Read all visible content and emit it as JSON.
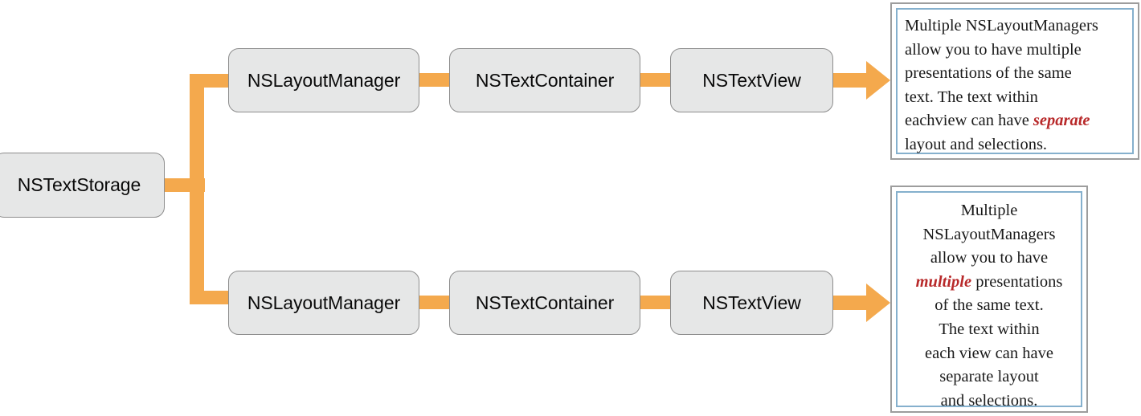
{
  "diagram": {
    "title": "NSTextStorage text system object graph",
    "colors": {
      "connector_orange": "#f4a94d",
      "node_fill": "#e6e7e7",
      "node_border": "#8d8d8d",
      "textbox_outer_border": "#9d9d9d",
      "textbox_inner_border": "#85b0cd",
      "highlight_red": "#b8292a",
      "background": "#ffffff"
    },
    "nodes": {
      "storage": {
        "label": "NSTextStorage"
      },
      "top_row": [
        {
          "label": "NSLayoutManager"
        },
        {
          "label": "NSTextContainer"
        },
        {
          "label": "NSTextView"
        }
      ],
      "bottom_row": [
        {
          "label": "NSLayoutManager"
        },
        {
          "label": "NSTextContainer"
        },
        {
          "label": "NSTextView"
        }
      ]
    },
    "text_previews": {
      "top": {
        "alignment": "left",
        "lines": [
          {
            "segments": [
              {
                "text": "Multiple NSLayoutManagers",
                "style": "normal"
              }
            ]
          },
          {
            "segments": [
              {
                "text": "allow you to have multiple",
                "style": "normal"
              }
            ]
          },
          {
            "segments": [
              {
                "text": "presentations of the same",
                "style": "normal"
              }
            ]
          },
          {
            "segments": [
              {
                "text": "text. The text within",
                "style": "normal"
              }
            ]
          },
          {
            "segments": [
              {
                "text": "eachview can have ",
                "style": "normal"
              },
              {
                "text": "separate",
                "style": "highlight-italic-bold"
              }
            ]
          },
          {
            "segments": [
              {
                "text": "layout and selections.",
                "style": "normal"
              }
            ]
          }
        ]
      },
      "bottom": {
        "alignment": "center",
        "lines": [
          {
            "segments": [
              {
                "text": "Multiple",
                "style": "normal"
              }
            ]
          },
          {
            "segments": [
              {
                "text": "NSLayoutManagers",
                "style": "normal"
              }
            ]
          },
          {
            "segments": [
              {
                "text": "allow you to have",
                "style": "normal"
              }
            ]
          },
          {
            "segments": [
              {
                "text": "multiple",
                "style": "highlight-italic-bold"
              },
              {
                "text": " presentations",
                "style": "normal"
              }
            ]
          },
          {
            "segments": [
              {
                "text": "of the same text.",
                "style": "normal"
              }
            ]
          },
          {
            "segments": [
              {
                "text": "The text within",
                "style": "normal"
              }
            ]
          },
          {
            "segments": [
              {
                "text": "each view can have",
                "style": "normal"
              }
            ]
          },
          {
            "segments": [
              {
                "text": "separate layout",
                "style": "normal"
              }
            ]
          },
          {
            "segments": [
              {
                "text": "and selections.",
                "style": "normal"
              }
            ]
          }
        ]
      }
    },
    "arrows": {
      "top": {
        "from": "NSTextView",
        "to": "top text preview"
      },
      "bottom": {
        "from": "NSTextView",
        "to": "bottom text preview"
      }
    }
  }
}
